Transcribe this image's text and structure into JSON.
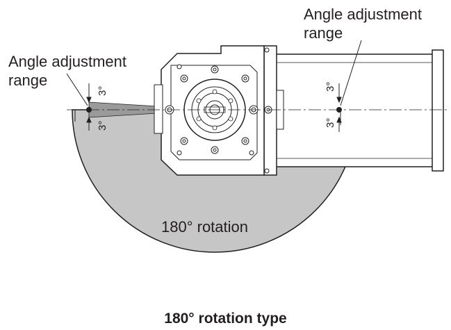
{
  "labels": {
    "left_angle_line1": "Angle adjustment",
    "left_angle_line2": "range",
    "right_angle_line1": "Angle adjustment",
    "right_angle_line2": "range",
    "rotation": "180° rotation",
    "deg_top_left": "3°",
    "deg_bottom_left": "3°",
    "deg_top_right": "3°",
    "deg_bottom_right": "3°"
  },
  "caption": "180° rotation type",
  "colors": {
    "swept_area": "#c6c6c6",
    "wedge": "#9a9a9a",
    "line": "#231f20",
    "background": "#ffffff"
  }
}
